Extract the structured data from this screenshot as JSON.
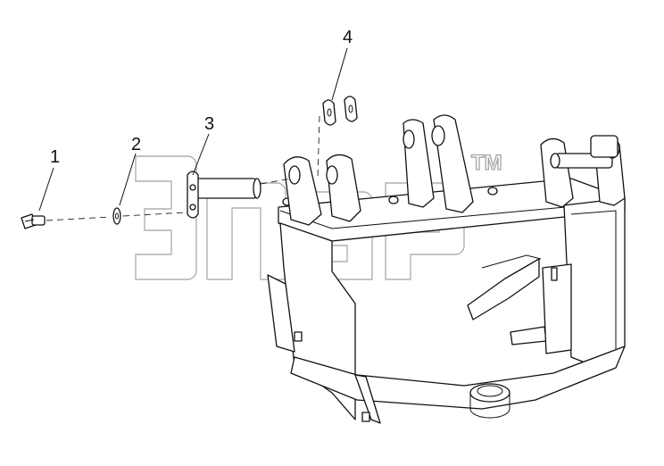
{
  "diagram": {
    "callouts": [
      {
        "id": "1",
        "label": "1"
      },
      {
        "id": "2",
        "label": "2"
      },
      {
        "id": "3",
        "label": "3"
      },
      {
        "id": "4",
        "label": "4"
      }
    ],
    "watermark": {
      "brand": "ЭПАР",
      "mark": "TM"
    }
  }
}
